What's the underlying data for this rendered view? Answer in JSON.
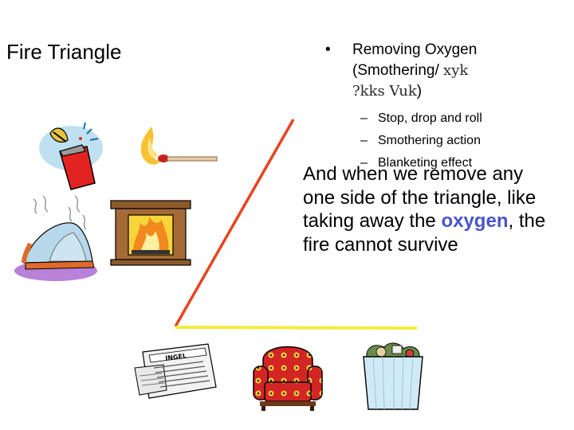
{
  "slide": {
    "title": "Fire Triangle",
    "bullet": {
      "marker": "•",
      "lines": [
        "Removing Oxygen",
        "(Smothering/ "
      ],
      "native_word_1": "xyk",
      "native_word_2": "?kks Vuk",
      "closing": ")"
    },
    "sub_bullets": [
      {
        "dash": "–",
        "text": "Stop, drop and roll"
      },
      {
        "dash": "–",
        "text": "Smothering action"
      },
      {
        "dash": "–",
        "text": "Blanketing effect"
      }
    ],
    "paragraph": {
      "before": "And when we remove any one side of the triangle, like taking away the",
      "highlight": "oxygen",
      "after": ", the fire cannot survive"
    },
    "newspaper_masthead": "INGEL"
  },
  "colors": {
    "triangle_left_side": "#e8431e",
    "triangle_bottom_side": "#f2ec3c",
    "highlight": "#4a55c8"
  }
}
